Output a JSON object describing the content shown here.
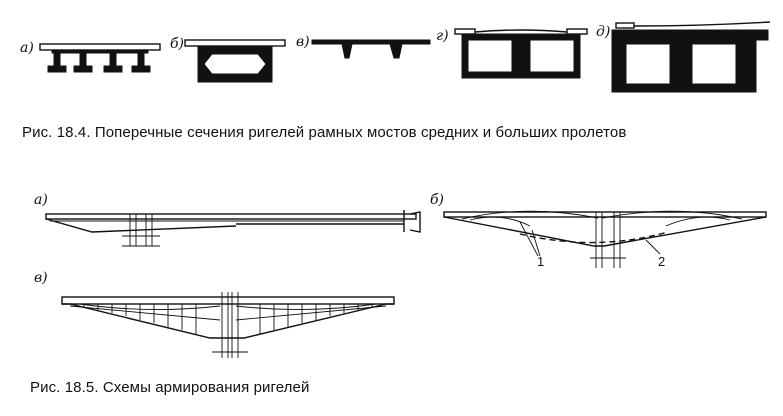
{
  "figure_18_4": {
    "labels": [
      "а)",
      "б)",
      "в)",
      "г)",
      "д)"
    ],
    "caption": "Рис. 18.4. Поперечные сечения ригелей рамных мостов  средних и больших пролетов"
  },
  "figure_18_5": {
    "labels": [
      "а)",
      "б)",
      "в)"
    ],
    "callouts": [
      "1",
      "2"
    ],
    "caption": "Рис. 18.5. Схемы армирования ригелей"
  },
  "colors": {
    "ink": "#111111",
    "paper": "#ffffff"
  }
}
